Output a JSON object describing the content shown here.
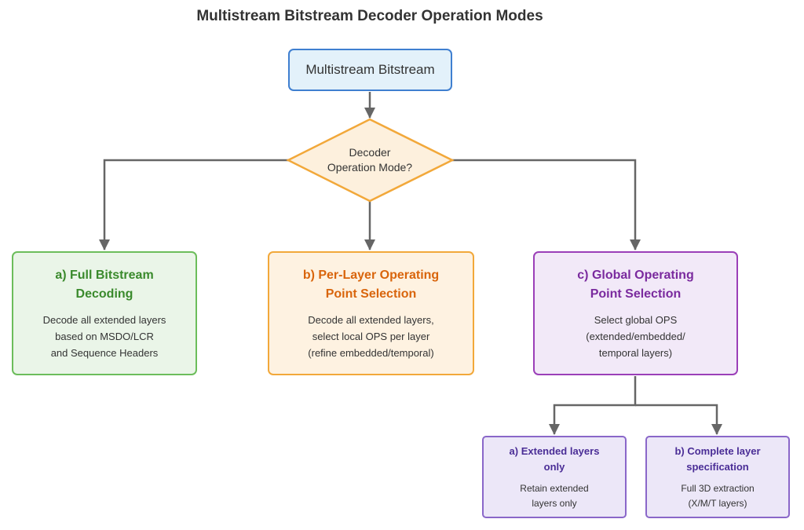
{
  "title": "Multistream Bitstream Decoder Operation Modes",
  "colors": {
    "edge": "#666666",
    "decision_fill": "#fdf0dd",
    "decision_stroke": "#f2a83a"
  },
  "nodes": {
    "top": {
      "label": "Multistream Bitstream"
    },
    "decision": {
      "label": "Decoder\nOperation Mode?"
    },
    "mode_a": {
      "title": "a) Full Bitstream\nDecoding",
      "desc": "Decode all extended layers\nbased on MSDO/LCR\nand Sequence Headers"
    },
    "mode_b": {
      "title": "b) Per-Layer Operating\nPoint Selection",
      "desc": "Decode all extended layers,\nselect local OPS per layer\n(refine embedded/temporal)"
    },
    "mode_c": {
      "title": "c) Global Operating\nPoint Selection",
      "desc": "Select global OPS\n(extended/embedded/\ntemporal layers)"
    },
    "sub_1": {
      "title": "a) Extended layers\nonly",
      "desc": "Retain extended\nlayers only"
    },
    "sub_2": {
      "title": "b) Complete layer\nspecification",
      "desc": "Full 3D extraction\n(X/M/T layers)"
    }
  }
}
